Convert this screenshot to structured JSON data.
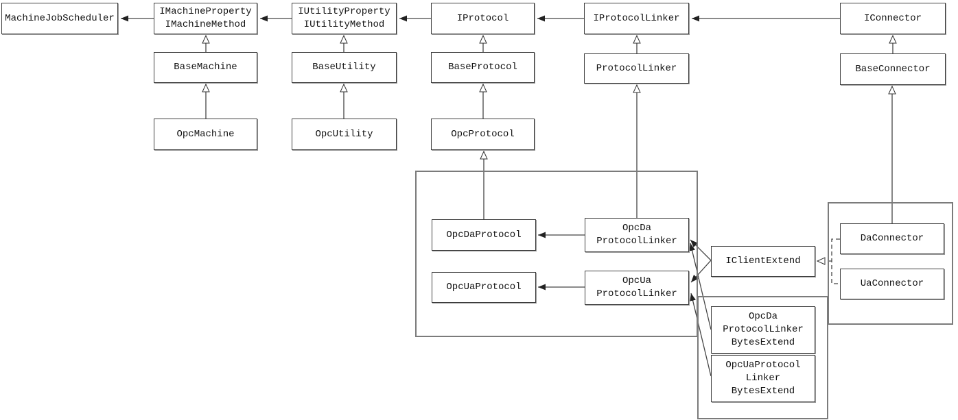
{
  "diagram": {
    "type": "uml-class-diagram",
    "colors": {
      "background": "#ffffff",
      "box_border": "#3d3d3d",
      "container_border": "#7b7b7b",
      "line": "#353535",
      "text": "#111111"
    },
    "nodes": {
      "machineJobScheduler": {
        "label": "MachineJobScheduler"
      },
      "iMachine": {
        "label": [
          "IMachineProperty",
          "IMachineMethod"
        ]
      },
      "iUtility": {
        "label": [
          "IUtilityProperty",
          "IUtilityMethod"
        ]
      },
      "iProtocol": {
        "label": "IProtocol"
      },
      "iProtocolLinker": {
        "label": "IProtocolLinker"
      },
      "iConnector": {
        "label": "IConnector"
      },
      "baseMachine": {
        "label": "BaseMachine"
      },
      "baseUtility": {
        "label": "BaseUtility"
      },
      "baseProtocol": {
        "label": "BaseProtocol"
      },
      "protocolLinker": {
        "label": "ProtocolLinker"
      },
      "baseConnector": {
        "label": "BaseConnector"
      },
      "opcMachine": {
        "label": "OpcMachine"
      },
      "opcUtility": {
        "label": "OpcUtility"
      },
      "opcProtocol": {
        "label": "OpcProtocol"
      },
      "opcDaProtocol": {
        "label": "OpcDaProtocol"
      },
      "opcUaProtocol": {
        "label": "OpcUaProtocol"
      },
      "opcDaProtocolLinker": {
        "label": [
          "OpcDa",
          "ProtocolLinker"
        ]
      },
      "opcUaProtocolLinker": {
        "label": [
          "OpcUa",
          "ProtocolLinker"
        ]
      },
      "iClientExtend": {
        "label": "IClientExtend"
      },
      "daConnector": {
        "label": "DaConnector"
      },
      "uaConnector": {
        "label": "UaConnector"
      },
      "opcDaBytes": {
        "label": [
          "OpcDa",
          "ProtocolLinker",
          "BytesExtend"
        ]
      },
      "opcUaBytes": {
        "label": [
          "OpcUaProtocol",
          "Linker",
          "BytesExtend"
        ]
      }
    },
    "edges": [
      {
        "from": "IMachineProperty/IMachineMethod",
        "to": "MachineJobScheduler",
        "type": "arrow"
      },
      {
        "from": "IUtilityProperty/IUtilityMethod",
        "to": "IMachineProperty/IMachineMethod",
        "type": "arrow"
      },
      {
        "from": "IProtocol",
        "to": "IUtilityProperty/IUtilityMethod",
        "type": "arrow"
      },
      {
        "from": "IProtocolLinker",
        "to": "IProtocol",
        "type": "arrow"
      },
      {
        "from": "IConnector",
        "to": "IProtocolLinker",
        "type": "arrow"
      },
      {
        "from": "BaseMachine",
        "to": "IMachineProperty/IMachineMethod",
        "type": "inheritance"
      },
      {
        "from": "OpcMachine",
        "to": "BaseMachine",
        "type": "inheritance"
      },
      {
        "from": "BaseUtility",
        "to": "IUtilityProperty/IUtilityMethod",
        "type": "inheritance"
      },
      {
        "from": "OpcUtility",
        "to": "BaseUtility",
        "type": "inheritance"
      },
      {
        "from": "BaseProtocol",
        "to": "IProtocol",
        "type": "inheritance"
      },
      {
        "from": "OpcProtocol",
        "to": "BaseProtocol",
        "type": "inheritance"
      },
      {
        "from": "OpcDaProtocol",
        "to": "OpcProtocol",
        "type": "inheritance"
      },
      {
        "from": "ProtocolLinker",
        "to": "IProtocolLinker",
        "type": "inheritance"
      },
      {
        "from": "OpcDaProtocolLinker",
        "to": "ProtocolLinker",
        "type": "inheritance"
      },
      {
        "from": "BaseConnector",
        "to": "IConnector",
        "type": "inheritance"
      },
      {
        "from": "DaConnector",
        "to": "BaseConnector",
        "type": "inheritance"
      },
      {
        "from": "OpcDaProtocolLinker",
        "to": "OpcDaProtocol",
        "type": "arrow"
      },
      {
        "from": "OpcUaProtocolLinker",
        "to": "OpcUaProtocol",
        "type": "arrow"
      },
      {
        "from": "IClientExtend",
        "to": "OpcDaProtocolLinker",
        "type": "arrow"
      },
      {
        "from": "IClientExtend",
        "to": "OpcUaProtocolLinker",
        "type": "arrow"
      },
      {
        "from": "OpcDaProtocolLinkerBytesExtend",
        "to": "OpcDaProtocolLinker",
        "type": "arrow"
      },
      {
        "from": "OpcUaProtocolLinkerBytesExtend",
        "to": "OpcUaProtocolLinker",
        "type": "arrow"
      },
      {
        "from": "DaConnector",
        "to": "IClientExtend",
        "type": "realization-dashed"
      },
      {
        "from": "UaConnector",
        "to": "IClientExtend",
        "type": "realization-dashed"
      }
    ]
  }
}
